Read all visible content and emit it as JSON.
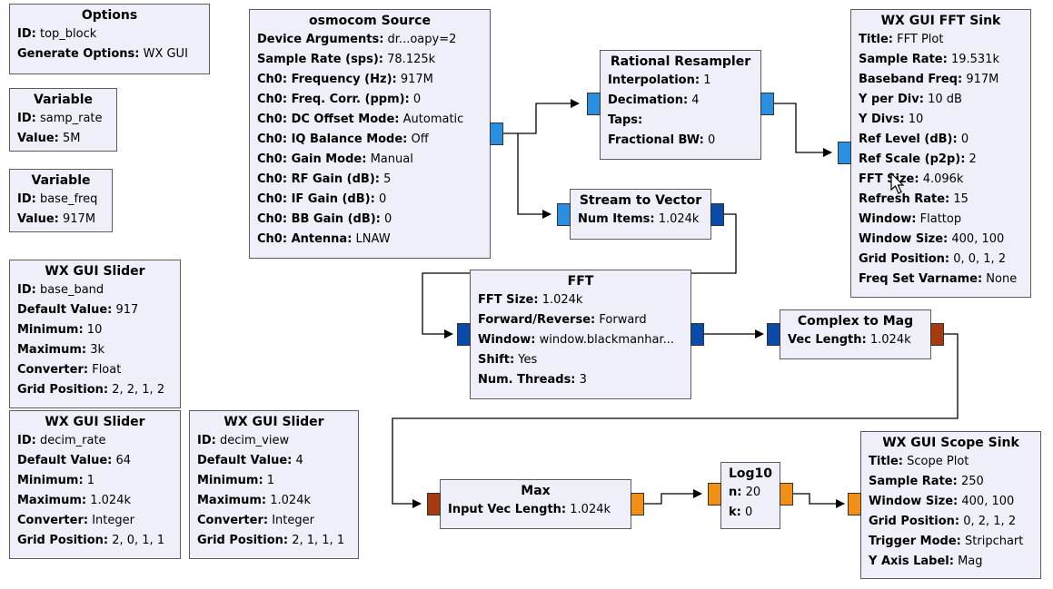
{
  "blocks": {
    "options": {
      "title": "Options",
      "rows": [
        {
          "k": "ID:",
          "v": "top_block"
        },
        {
          "k": "Generate Options:",
          "v": "WX GUI"
        }
      ]
    },
    "var_samp": {
      "title": "Variable",
      "rows": [
        {
          "k": "ID:",
          "v": "samp_rate"
        },
        {
          "k": "Value:",
          "v": "5M"
        }
      ]
    },
    "var_base": {
      "title": "Variable",
      "rows": [
        {
          "k": "ID:",
          "v": "base_freq"
        },
        {
          "k": "Value:",
          "v": "917M"
        }
      ]
    },
    "slider_base": {
      "title": "WX GUI Slider",
      "rows": [
        {
          "k": "ID:",
          "v": "base_band"
        },
        {
          "k": "Default Value:",
          "v": "917"
        },
        {
          "k": "Minimum:",
          "v": "10"
        },
        {
          "k": "Maximum:",
          "v": "3k"
        },
        {
          "k": "Converter:",
          "v": "Float"
        },
        {
          "k": "Grid Position:",
          "v": "2, 2, 1, 2"
        }
      ]
    },
    "slider_decim_rate": {
      "title": "WX GUI Slider",
      "rows": [
        {
          "k": "ID:",
          "v": "decim_rate"
        },
        {
          "k": "Default Value:",
          "v": "64"
        },
        {
          "k": "Minimum:",
          "v": "1"
        },
        {
          "k": "Maximum:",
          "v": "1.024k"
        },
        {
          "k": "Converter:",
          "v": "Integer"
        },
        {
          "k": "Grid Position:",
          "v": "2, 0, 1, 1"
        }
      ]
    },
    "slider_decim_view": {
      "title": "WX GUI Slider",
      "rows": [
        {
          "k": "ID:",
          "v": "decim_view"
        },
        {
          "k": "Default Value:",
          "v": "4"
        },
        {
          "k": "Minimum:",
          "v": "1"
        },
        {
          "k": "Maximum:",
          "v": "1.024k"
        },
        {
          "k": "Converter:",
          "v": "Integer"
        },
        {
          "k": "Grid Position:",
          "v": "2, 1, 1, 1"
        }
      ]
    },
    "osmocom": {
      "title": "osmocom Source",
      "rows": [
        {
          "k": "Device Arguments:",
          "v": "dr...oapy=2"
        },
        {
          "k": "Sample Rate (sps):",
          "v": "78.125k"
        },
        {
          "k": "Ch0: Frequency (Hz):",
          "v": "917M"
        },
        {
          "k": "Ch0: Freq. Corr. (ppm):",
          "v": "0"
        },
        {
          "k": "Ch0: DC Offset Mode:",
          "v": "Automatic"
        },
        {
          "k": "Ch0: IQ Balance Mode:",
          "v": "Off"
        },
        {
          "k": "Ch0: Gain Mode:",
          "v": "Manual"
        },
        {
          "k": "Ch0: RF Gain (dB):",
          "v": "5"
        },
        {
          "k": "Ch0: IF Gain (dB):",
          "v": "0"
        },
        {
          "k": "Ch0: BB Gain (dB):",
          "v": "0"
        },
        {
          "k": "Ch0: Antenna:",
          "v": "LNAW"
        }
      ]
    },
    "resampler": {
      "title": "Rational Resampler",
      "rows": [
        {
          "k": "Interpolation:",
          "v": "1"
        },
        {
          "k": "Decimation:",
          "v": "4"
        },
        {
          "k": "Taps:",
          "v": ""
        },
        {
          "k": "Fractional BW:",
          "v": "0"
        }
      ]
    },
    "fft_sink": {
      "title": "WX GUI FFT Sink",
      "rows": [
        {
          "k": "Title:",
          "v": "FFT Plot"
        },
        {
          "k": "Sample Rate:",
          "v": "19.531k"
        },
        {
          "k": "Baseband Freq:",
          "v": "917M"
        },
        {
          "k": "Y per Div:",
          "v": "10 dB"
        },
        {
          "k": "Y Divs:",
          "v": "10"
        },
        {
          "k": "Ref Level (dB):",
          "v": "0"
        },
        {
          "k": "Ref Scale (p2p):",
          "v": "2"
        },
        {
          "k": "FFT Size:",
          "v": "4.096k"
        },
        {
          "k": "Refresh Rate:",
          "v": "15"
        },
        {
          "k": "Window:",
          "v": "Flattop"
        },
        {
          "k": "Window Size:",
          "v": "400, 100"
        },
        {
          "k": "Grid Position:",
          "v": "0, 0, 1, 2"
        },
        {
          "k": "Freq Set Varname:",
          "v": "None"
        }
      ]
    },
    "stream_vec": {
      "title": "Stream to Vector",
      "rows": [
        {
          "k": "Num Items:",
          "v": "1.024k"
        }
      ]
    },
    "fft": {
      "title": "FFT",
      "rows": [
        {
          "k": "FFT Size:",
          "v": "1.024k"
        },
        {
          "k": "Forward/Reverse:",
          "v": "Forward"
        },
        {
          "k": "Window:",
          "v": "window.blackmanhar..."
        },
        {
          "k": "Shift:",
          "v": "Yes"
        },
        {
          "k": "Num. Threads:",
          "v": "3"
        }
      ]
    },
    "c2mag": {
      "title": "Complex to Mag",
      "rows": [
        {
          "k": "Vec Length:",
          "v": "1.024k"
        }
      ]
    },
    "max": {
      "title": "Max",
      "rows": [
        {
          "k": "Input Vec Length:",
          "v": "1.024k"
        }
      ]
    },
    "log10": {
      "title": "Log10",
      "rows": [
        {
          "k": "n:",
          "v": "20"
        },
        {
          "k": "k:",
          "v": "0"
        }
      ]
    },
    "scope": {
      "title": "WX GUI Scope Sink",
      "rows": [
        {
          "k": "Title:",
          "v": "Scope Plot"
        },
        {
          "k": "Sample Rate:",
          "v": "250"
        },
        {
          "k": "Window Size:",
          "v": "400, 100"
        },
        {
          "k": "Grid Position:",
          "v": "0, 2, 1, 2"
        },
        {
          "k": "Trigger Mode:",
          "v": "Stripchart"
        },
        {
          "k": "Y Axis Label:",
          "v": "Mag"
        }
      ]
    }
  },
  "colors": {
    "port_complex": "#2a8fe0",
    "port_complex_vector": "#0a4aa8",
    "port_float": "#f09014",
    "port_float_vector": "#a83a10"
  }
}
